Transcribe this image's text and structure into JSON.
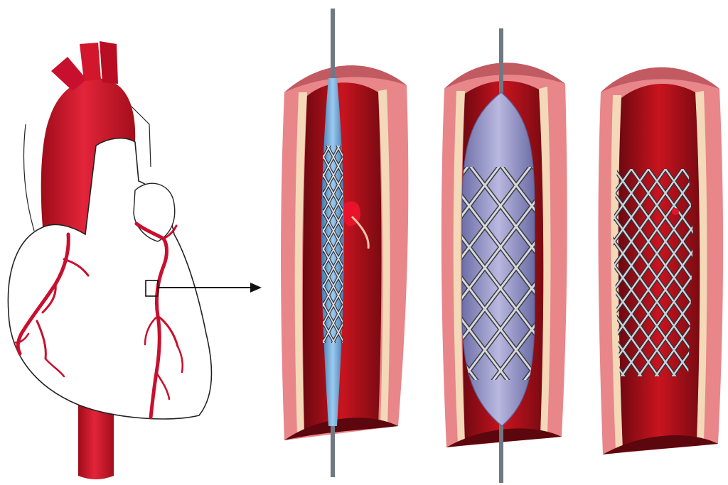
{
  "figure": {
    "panels": [
      {
        "id": "heart",
        "subject": "heart-with-coronary-arteries"
      },
      {
        "id": "stage-1",
        "subject": "catheter-with-crimped-stent-at-lesion"
      },
      {
        "id": "stage-2",
        "subject": "balloon-inflated-expanding-stent"
      },
      {
        "id": "stage-3",
        "subject": "stent-deployed-in-artery"
      }
    ],
    "colors": {
      "artery_red": "#c8102e",
      "artery_dark": "#8e0b16",
      "vessel_wall_pink": "#e8868a",
      "vessel_wall_cream": "#f3d9b8",
      "balloon": "#8f8fc4",
      "catheter": "#6aa7d8",
      "stent_metal": "#b9bcc4",
      "outline": "#222222"
    }
  }
}
